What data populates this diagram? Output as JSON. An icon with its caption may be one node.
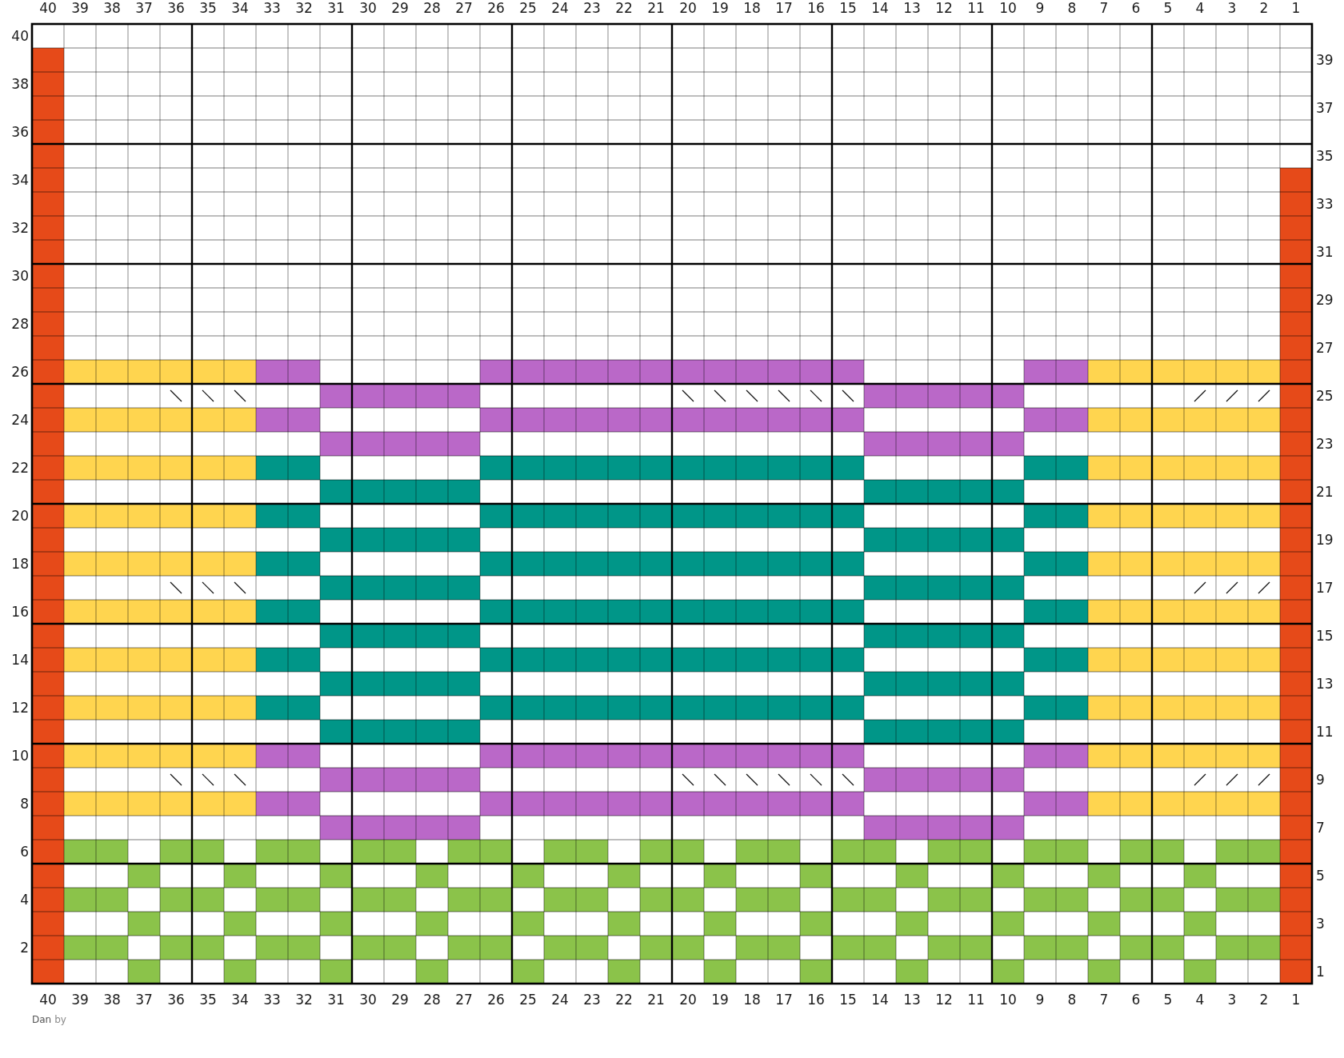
{
  "diagram": {
    "title": "Dan",
    "labels": [
      "40",
      "39",
      "38",
      "37",
      "36",
      "35",
      "34",
      "33",
      "32",
      "31",
      "30",
      "29",
      "28",
      "27",
      "26",
      "25",
      "24",
      "23",
      "22",
      "21",
      "20",
      "19",
      "18",
      "17",
      "16",
      "15",
      "14",
      "13",
      "12",
      "11",
      "10",
      "9",
      "8",
      "7",
      "6",
      "5",
      "4",
      "3",
      "2",
      "1",
      "40",
      "39",
      "38",
      "37",
      "36",
      "35",
      "34",
      "33",
      "32",
      "31",
      "30",
      "29",
      "28",
      "27",
      "26",
      "25",
      "24",
      "23",
      "22",
      "21",
      "20",
      "19",
      "18",
      "17",
      "16",
      "15",
      "14",
      "13",
      "12",
      "11",
      "10",
      "9",
      "8",
      "7",
      "6",
      "5",
      "4",
      "3",
      "2",
      "1",
      "40",
      "39",
      "38",
      "37",
      "36",
      "35",
      "34",
      "33",
      "32",
      "31",
      "30",
      "29",
      "28",
      "27",
      "26",
      "25",
      "24",
      "23",
      "22",
      "21",
      "20",
      "19",
      "18",
      "17",
      "16",
      "15",
      "14",
      "13",
      "12",
      "11",
      "10",
      "9",
      "8",
      "7",
      "6",
      "5",
      "4",
      "3",
      "2",
      "1",
      "by"
    ]
  }
}
